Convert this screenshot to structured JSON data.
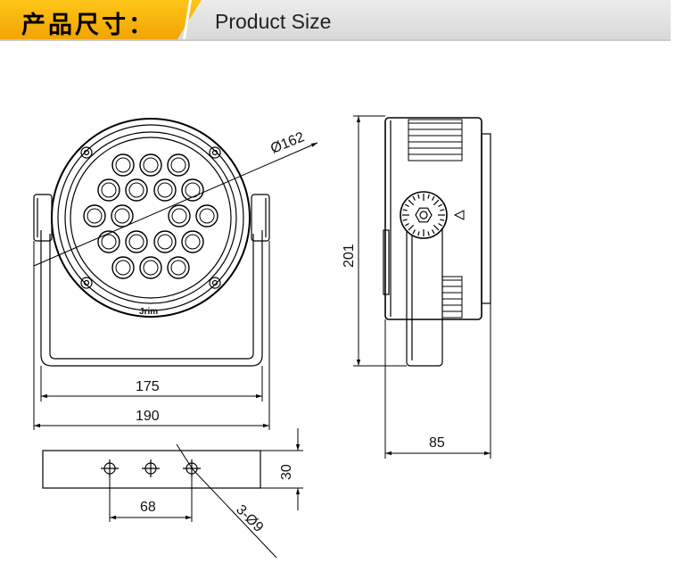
{
  "header": {
    "title_cn": "产品尺寸：",
    "title_en": "Product Size"
  },
  "drawing": {
    "dimensions": {
      "lens_diameter": "Ø162",
      "bracket_width": "175",
      "overall_width": "190",
      "height": "201",
      "depth": "85",
      "base_height": "30",
      "hole_spacing": "68",
      "mounting_holes": "3-Ø9"
    },
    "logo_text": "Jrim"
  }
}
